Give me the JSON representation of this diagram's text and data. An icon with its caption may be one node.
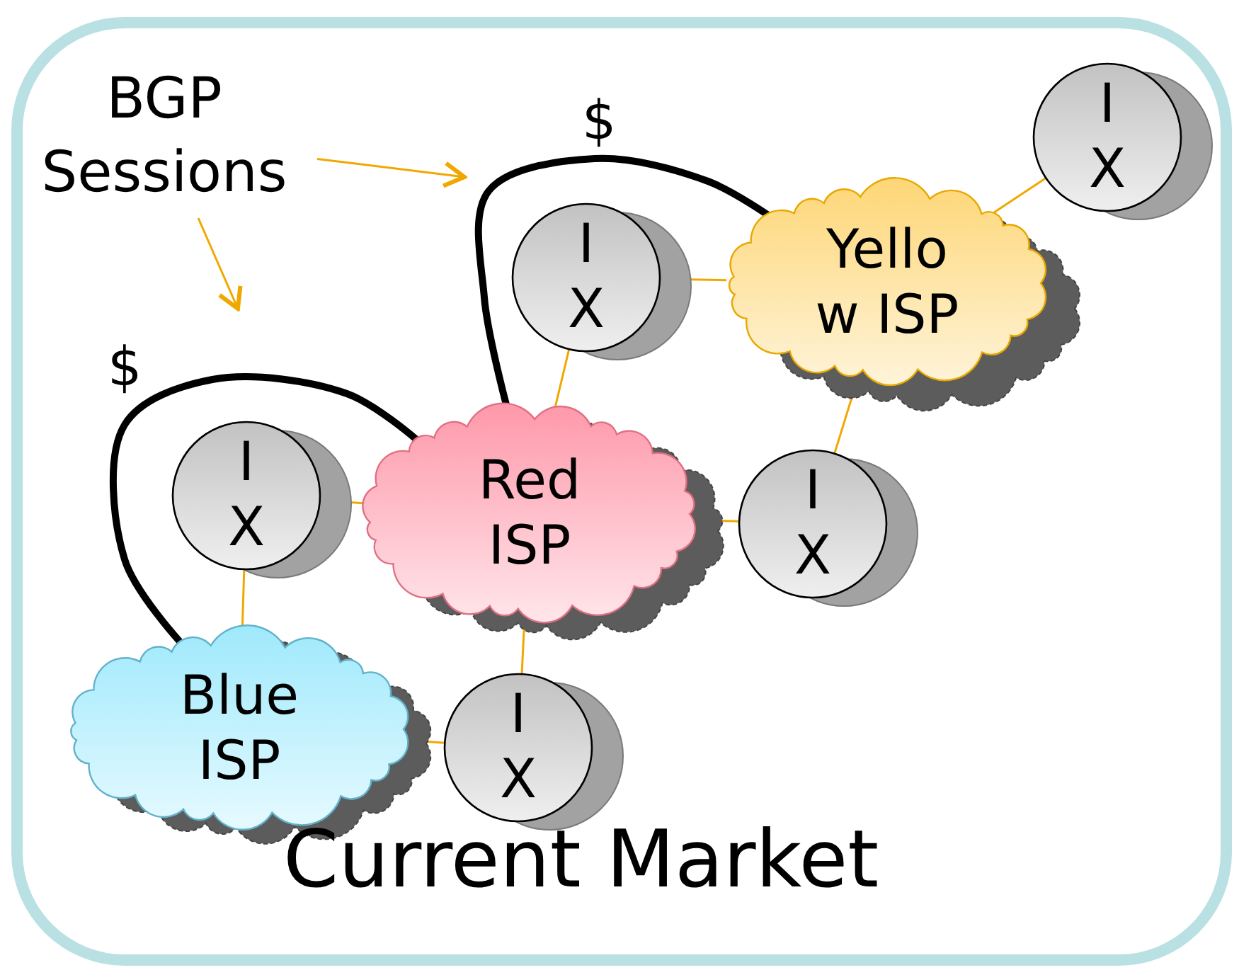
{
  "diagram": {
    "nodes": [
      {
        "text": [
          "Current Market"
        ]
      },
      {
        "text": [
          "BGP Sessions"
        ],
        "in": 0
      },
      {
        "text": [
          "Yello w ISP"
        ],
        "in": 0
      },
      {
        "text": [
          "Red ISP"
        ],
        "in": 0
      },
      {
        "text": [
          "Blue ISP"
        ],
        "in": 0
      },
      {
        "text": [
          "I X"
        ],
        "in": 0
      },
      {
        "text": [
          "I X"
        ],
        "in": 0
      },
      {
        "text": [
          "I X"
        ],
        "in": 0
      },
      {
        "text": [
          "I X"
        ],
        "in": 0
      },
      {
        "text": [
          "I X"
        ],
        "in": 0
      }
    ],
    "edges": [
      {
        "from": 1,
        "to": null,
        "arrow": "to"
      },
      {
        "from": 1,
        "to": null,
        "arrow": "to"
      },
      {
        "from": 3,
        "to": 2,
        "arrow": "none",
        "label": "$",
        "style": "thick",
        "color": "#000000"
      },
      {
        "from": 4,
        "to": 3,
        "arrow": "none",
        "label": "$",
        "style": "thick",
        "color": "#000000"
      },
      {
        "from": 5,
        "to": 2,
        "arrow": "none"
      },
      {
        "from": 6,
        "to": 2,
        "arrow": "none"
      },
      {
        "from": 6,
        "to": 3,
        "arrow": "none"
      },
      {
        "from": 8,
        "to": 2,
        "arrow": "none"
      },
      {
        "from": 8,
        "to": 3,
        "arrow": "none"
      },
      {
        "from": 7,
        "to": 3,
        "arrow": "none"
      },
      {
        "from": 7,
        "to": 4,
        "arrow": "none"
      },
      {
        "from": 9,
        "to": 3,
        "arrow": "none"
      },
      {
        "from": 9,
        "to": 4,
        "arrow": "none"
      }
    ]
  }
}
